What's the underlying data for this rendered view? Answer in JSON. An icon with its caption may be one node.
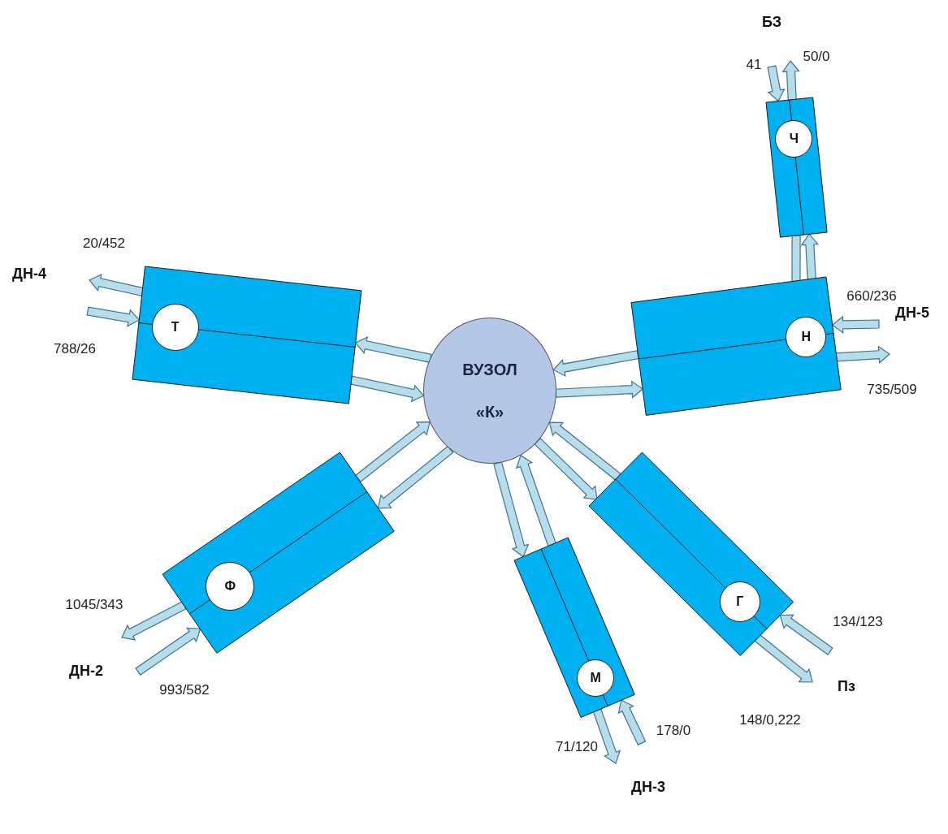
{
  "diagram": {
    "nodes": [
      {
        "text": [
          "БЗ"
        ]
      },
      {
        "text": [],
        "shape": "box"
      },
      {
        "text": [
          "Ч"
        ],
        "in": 1
      },
      {
        "text": [
          "ДН-4"
        ]
      },
      {
        "text": [],
        "shape": "box"
      },
      {
        "text": [
          "Т"
        ],
        "in": 4
      },
      {
        "text": [
          "ВУЗОЛ «К»"
        ]
      },
      {
        "text": [],
        "shape": "box"
      },
      {
        "text": [
          "Н"
        ],
        "in": 7
      },
      {
        "text": [
          "ДН-5"
        ]
      },
      {
        "text": [],
        "shape": "box"
      },
      {
        "text": [
          "Ф"
        ],
        "in": 10
      },
      {
        "text": [],
        "shape": "box"
      },
      {
        "text": [
          "Г"
        ],
        "in": 12
      },
      {
        "text": [],
        "shape": "box"
      },
      {
        "text": [
          "М"
        ],
        "in": 14
      },
      {
        "text": [
          "ДН-2"
        ]
      },
      {
        "text": [
          "Пз"
        ]
      },
      {
        "text": [
          "ДН-3"
        ]
      }
    ],
    "edges": [
      {
        "from": 0,
        "to": 1,
        "arrow": "to",
        "label": "41"
      },
      {
        "from": 1,
        "to": 0,
        "arrow": "to",
        "label": "50/0"
      },
      {
        "from": 1,
        "to": 7,
        "arrow": "to"
      },
      {
        "from": 7,
        "to": 1,
        "arrow": "to"
      },
      {
        "from": 4,
        "to": 3,
        "arrow": "to",
        "label": "20/452"
      },
      {
        "from": 3,
        "to": 4,
        "arrow": "to",
        "label": "788/26"
      },
      {
        "from": 6,
        "to": 4,
        "arrow": "to"
      },
      {
        "from": 4,
        "to": 6,
        "arrow": "to"
      },
      {
        "from": 9,
        "to": 7,
        "arrow": "to",
        "label": "660/236"
      },
      {
        "from": 7,
        "to": 9,
        "arrow": "to",
        "label": "735/509"
      },
      {
        "from": 7,
        "to": 6,
        "arrow": "to"
      },
      {
        "from": 6,
        "to": 7,
        "arrow": "to"
      },
      {
        "from": 10,
        "to": 6,
        "arrow": "to"
      },
      {
        "from": 6,
        "to": 10,
        "arrow": "to"
      },
      {
        "from": 10,
        "to": 16,
        "arrow": "to",
        "label": "1045/343"
      },
      {
        "from": 16,
        "to": 10,
        "arrow": "to",
        "label": "993/582"
      },
      {
        "from": 6,
        "to": 14,
        "arrow": "to"
      },
      {
        "from": 14,
        "to": 6,
        "arrow": "to"
      },
      {
        "from": 14,
        "to": 18,
        "arrow": "to",
        "label": "71/120"
      },
      {
        "from": 18,
        "to": 14,
        "arrow": "to",
        "label": "178/0"
      },
      {
        "from": 6,
        "to": 12,
        "arrow": "to"
      },
      {
        "from": 12,
        "to": 6,
        "arrow": "to"
      },
      {
        "from": 17,
        "to": 12,
        "arrow": "to",
        "label": "134/123"
      },
      {
        "from": 12,
        "to": 17,
        "arrow": "to",
        "label": "148/0,222"
      }
    ]
  }
}
